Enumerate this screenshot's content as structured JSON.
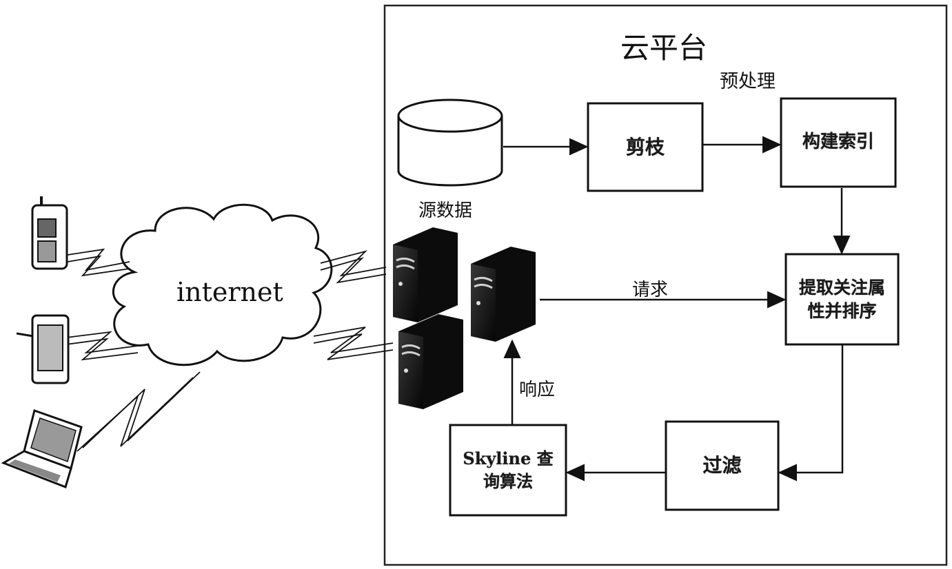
{
  "platform": {
    "title": "云平台"
  },
  "labels": {
    "preprocess": "预处理",
    "source_data": "源数据",
    "request": "请求",
    "response": "响应",
    "internet": "internet"
  },
  "boxes": {
    "prune": "剪枝",
    "build_index": "构建索引",
    "extract_sort": "提取关注属性并排序",
    "filter": "过滤",
    "skyline": "Skyline 查询算法"
  },
  "devices": [
    {
      "icon": "mobile-phone-icon"
    },
    {
      "icon": "tablet-icon"
    },
    {
      "icon": "laptop-icon"
    }
  ],
  "servers": [
    {
      "icon": "server-icon"
    },
    {
      "icon": "server-icon"
    },
    {
      "icon": "server-icon"
    }
  ],
  "colors": {
    "line": "#1a1a1a",
    "box_fill": "#ffffff",
    "server_dark": "#111111"
  }
}
